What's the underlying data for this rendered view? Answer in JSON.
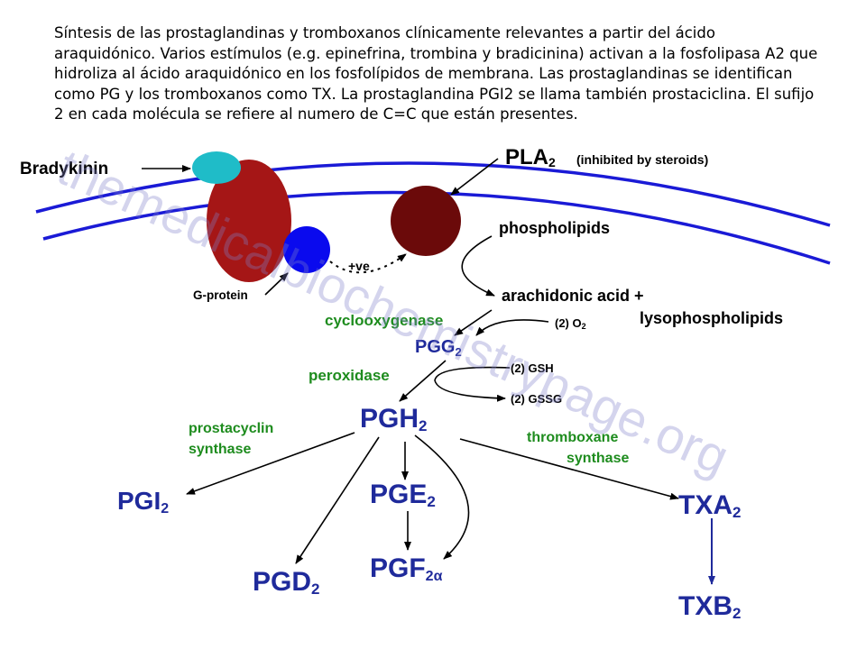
{
  "caption": "Síntesis de las prostaglandinas y tromboxanos clínicamente relevantes a partir del ácido araquidónico. Varios estímulos (e.g. epinefrina, trombina y bradicinina) activan a la fosfolipasa A2 que hidroliza al ácido araquidónico en los fosfolípidos de membrana. Las prostaglandinas se identifican como PG y los tromboxanos como TX. La prostaglandina PGI2 se llama también prostaciclina. El sufijo 2 en cada molécula se refiere al numero de C=C que están presentes.",
  "watermark": "themedicalbiochemistrypage.org",
  "labels": {
    "bradykinin": "Bradykinin",
    "g_protein": "G-protein",
    "plus_ve": "+ve",
    "pla_main": "PLA",
    "pla_sub": "2",
    "pla_note": "(inhibited by steroids)",
    "phospholipids": "phospholipids",
    "arachidonic": "arachidonic acid +",
    "lysophospholipids": "lysophospholipids",
    "o2_main": "(2) O",
    "o2_sub": "2",
    "gsh": "(2) GSH",
    "gssg": "(2) GSSG"
  },
  "enzymes": {
    "cyclooxygenase": "cyclooxygenase",
    "peroxidase": "peroxidase",
    "prostacyclin_1": "prostacyclin",
    "prostacyclin_2": "synthase",
    "thromboxane_1": "thromboxane",
    "thromboxane_2": "synthase"
  },
  "products": {
    "pgg_main": "PGG",
    "pgg_sub": "2",
    "pgh_main": "PGH",
    "pgh_sub": "2",
    "pgi_main": "PGI",
    "pgi_sub": "2",
    "pge_main": "PGE",
    "pge_sub": "2",
    "pgd_main": "PGD",
    "pgd_sub": "2",
    "pgf_main": "PGF",
    "pgf_sub": "2α",
    "txa_main": "TXA",
    "txa_sub": "2",
    "txb_main": "TXB",
    "txb_sub": "2"
  },
  "colors": {
    "membrane": "#1a1ad6",
    "receptor": "#a51616",
    "bradykinin_ball": "#1fbcc8",
    "g_protein_ball": "#0a0aee",
    "pla2_enzyme": "#6b0a0a",
    "enzyme_text": "#1e8c1e",
    "product_text": "#1f2a9b",
    "arrow": "#000000",
    "arrow_blue": "#1f2a9b"
  }
}
